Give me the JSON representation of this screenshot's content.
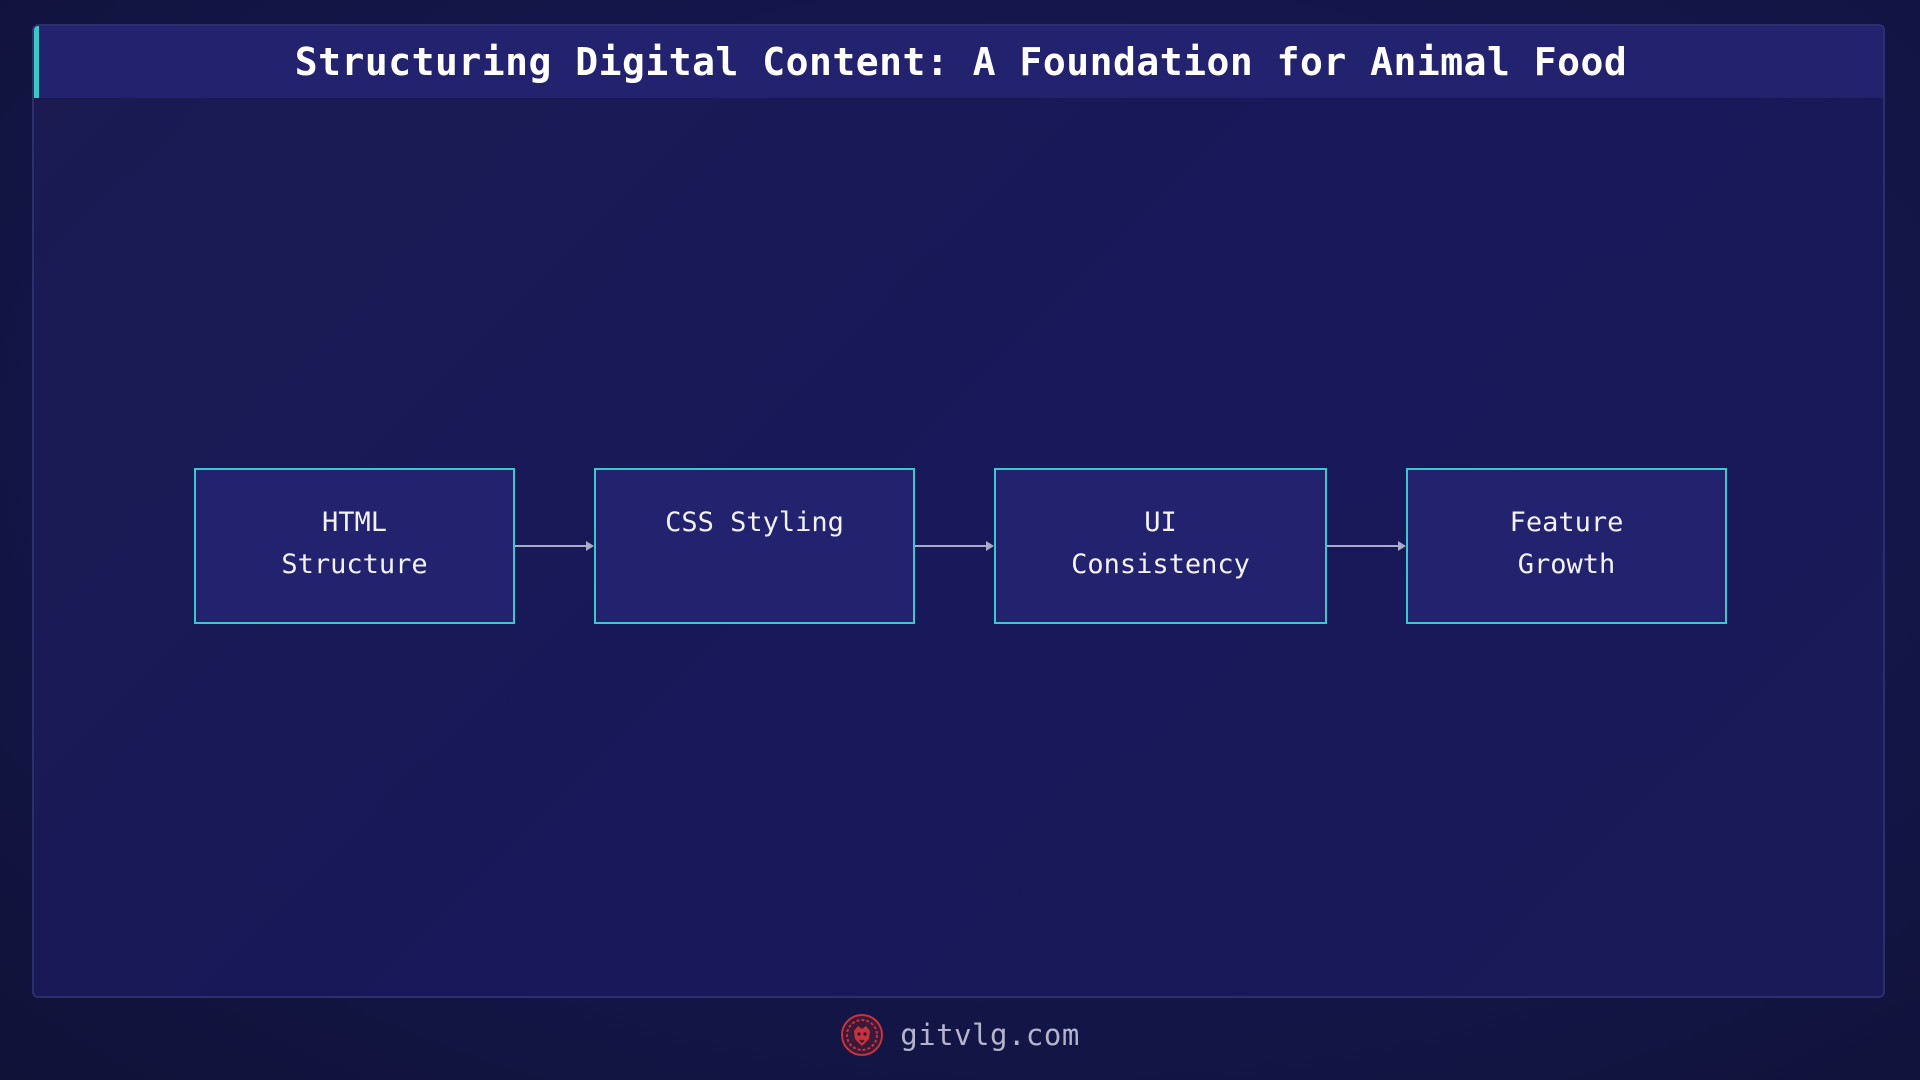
{
  "diagram": {
    "title": "Structuring Digital Content: A Foundation for Animal Food",
    "nodes": [
      {
        "label": "HTML\nStructure"
      },
      {
        "label": "CSS Styling"
      },
      {
        "label": "UI\nConsistency"
      },
      {
        "label": "Feature\nGrowth"
      }
    ],
    "edges": [
      {
        "from": "HTML\nStructure",
        "to": "CSS Styling"
      },
      {
        "from": "CSS Styling",
        "to": "UI\nConsistency"
      },
      {
        "from": "UI\nConsistency",
        "to": "Feature\nGrowth"
      }
    ]
  },
  "footer": {
    "site": "gitvlg.com",
    "logo_icon": "lion-head-logo-icon"
  },
  "colors": {
    "background": "#14164a",
    "title_bar": "#22226f",
    "accent": "#3ec6c6",
    "node_fill": "#22226f",
    "node_border": "#3cc8cc",
    "arrow": "#a9abc8",
    "logo": "#c8323c"
  }
}
